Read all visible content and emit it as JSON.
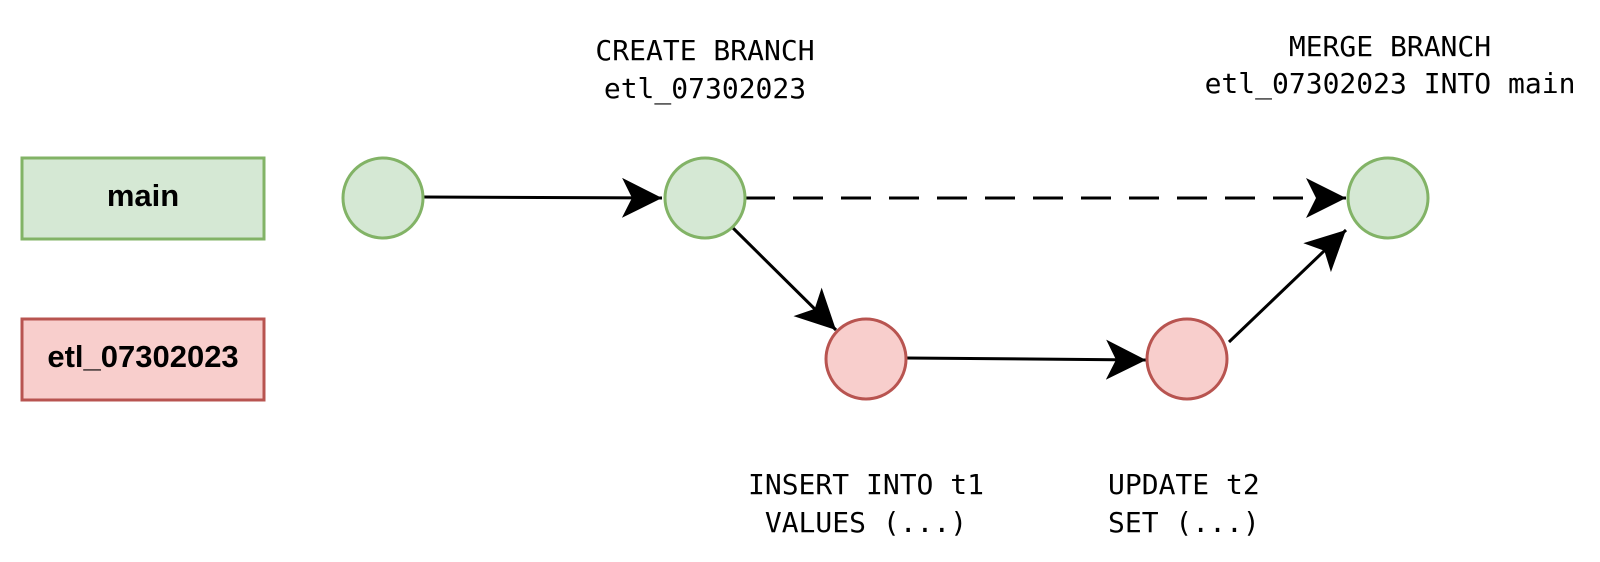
{
  "colors": {
    "main_fill": "#d5e8d4",
    "main_stroke": "#82b366",
    "branch_fill": "#f8cecc",
    "branch_stroke": "#b85450",
    "arrow": "#000000",
    "text": "#000000"
  },
  "lanes": {
    "main": {
      "label": "main"
    },
    "branch": {
      "label": "etl_07302023"
    }
  },
  "annotations": {
    "create_branch": {
      "line1": "CREATE BRANCH",
      "line2": "etl_07302023"
    },
    "merge_branch": {
      "line1": "MERGE BRANCH",
      "line2": "etl_07302023 INTO main"
    },
    "insert": {
      "line1": "INSERT INTO t1",
      "line2": "VALUES (...)"
    },
    "update": {
      "line1": "UPDATE t2",
      "line2": "SET (...)"
    }
  }
}
